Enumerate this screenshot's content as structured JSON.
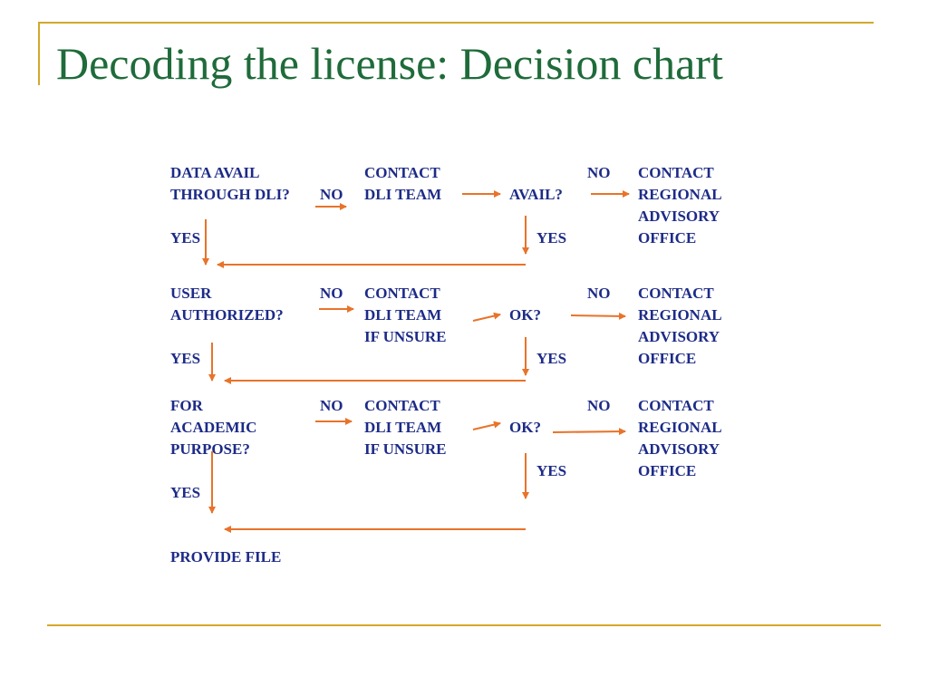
{
  "slide": {
    "title": "Decoding the license: Decision chart"
  },
  "chart": {
    "row1": {
      "question_line1": "DATA AVAIL",
      "question_line2": "THROUGH DLI?",
      "no": "NO",
      "contact_line1": "CONTACT",
      "contact_line2": "DLI TEAM",
      "check": "AVAIL?",
      "no2": "NO",
      "regional_line1": "CONTACT",
      "regional_line2": "REGIONAL",
      "regional_line3": "ADVISORY",
      "regional_line4": "OFFICE",
      "yes": "YES",
      "yes2": "YES"
    },
    "row2": {
      "question_line1": "USER",
      "question_line2": "AUTHORIZED?",
      "no": "NO",
      "contact_line1": "CONTACT",
      "contact_line2": "DLI TEAM",
      "contact_line3": "IF UNSURE",
      "check": "OK?",
      "no2": "NO",
      "regional_line1": "CONTACT",
      "regional_line2": "REGIONAL",
      "regional_line3": "ADVISORY",
      "regional_line4": "OFFICE",
      "yes": "YES",
      "yes2": "YES"
    },
    "row3": {
      "question_line1": "FOR",
      "question_line2": "ACADEMIC",
      "question_line3": "PURPOSE?",
      "no": "NO",
      "contact_line1": "CONTACT",
      "contact_line2": "DLI TEAM",
      "contact_line3": "IF UNSURE",
      "check": "OK?",
      "no2": "NO",
      "regional_line1": "CONTACT",
      "regional_line2": "REGIONAL",
      "regional_line3": "ADVISORY",
      "regional_line4": "OFFICE",
      "yes": "YES",
      "yes2": "YES"
    },
    "final": "PROVIDE FILE"
  },
  "colors": {
    "title": "#1f6b3a",
    "text": "#1d2b87",
    "arrow": "#e8732a",
    "frame": "#d4a82a"
  }
}
